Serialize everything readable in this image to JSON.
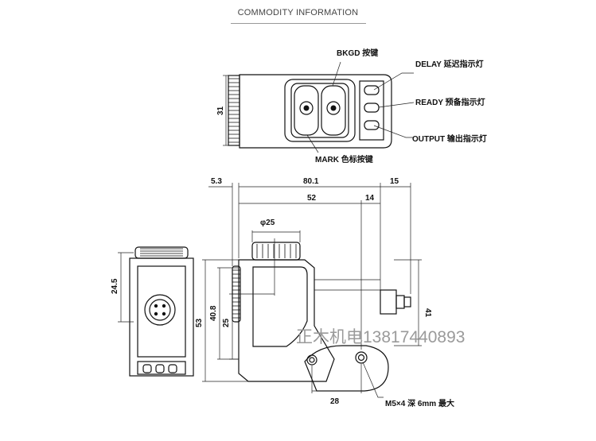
{
  "header": {
    "title": "COMMODITY INFORMATION"
  },
  "top_view": {
    "bkgd_label": "BKGD 按键",
    "delay_label": "DELAY 延迟指示灯",
    "ready_label": "READY 预备指示灯",
    "output_label": "OUTPUT 输出指示灯",
    "mark_label": "MARK 色标按键",
    "dim_height": "31"
  },
  "side_view": {
    "dim_length": "80.1",
    "dim_offset": "5.3",
    "dim_right": "15",
    "dim_52": "52",
    "dim_14": "14",
    "dim_phi": "φ25",
    "dim_53": "53",
    "dim_408": "40.8",
    "dim_25": "25",
    "dim_41": "41",
    "dim_28": "28",
    "thread_note": "M5×4 深 6mm 最大"
  },
  "front_view": {
    "dim_width": "24.5"
  },
  "watermark": "正木机电13817440893"
}
